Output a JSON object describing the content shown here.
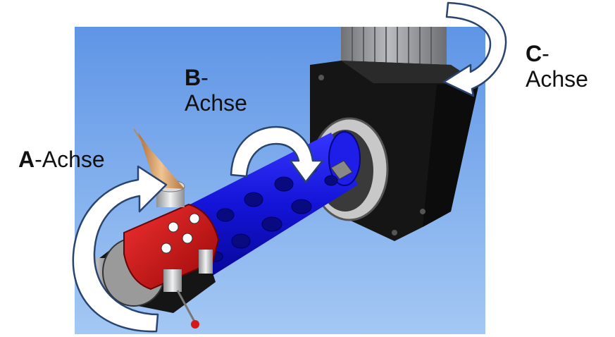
{
  "colors": {
    "background": "#ffffff",
    "viewport_top": "#5f95e6",
    "viewport_bottom": "#a4c8f4",
    "tube": "#1414d8",
    "tube_dark": "#07079a",
    "holder": "#d81414",
    "housing": "#151515",
    "motor": "#8d8f93",
    "cone": "#d6a06a",
    "tip": "#d41818",
    "arrow_fill": "#ffffff",
    "arrow_stroke": "#2a4470"
  },
  "labels": {
    "a_letter": "A",
    "a_rest": "-Achse",
    "b_letter": "B",
    "b_rest": "-",
    "b_line2": "Achse",
    "c_letter": "C",
    "c_rest": "-",
    "c_line2": "Achse"
  },
  "icons": [
    "rotation-arrow-a-icon",
    "rotation-arrow-b-icon",
    "rotation-arrow-c-icon"
  ]
}
